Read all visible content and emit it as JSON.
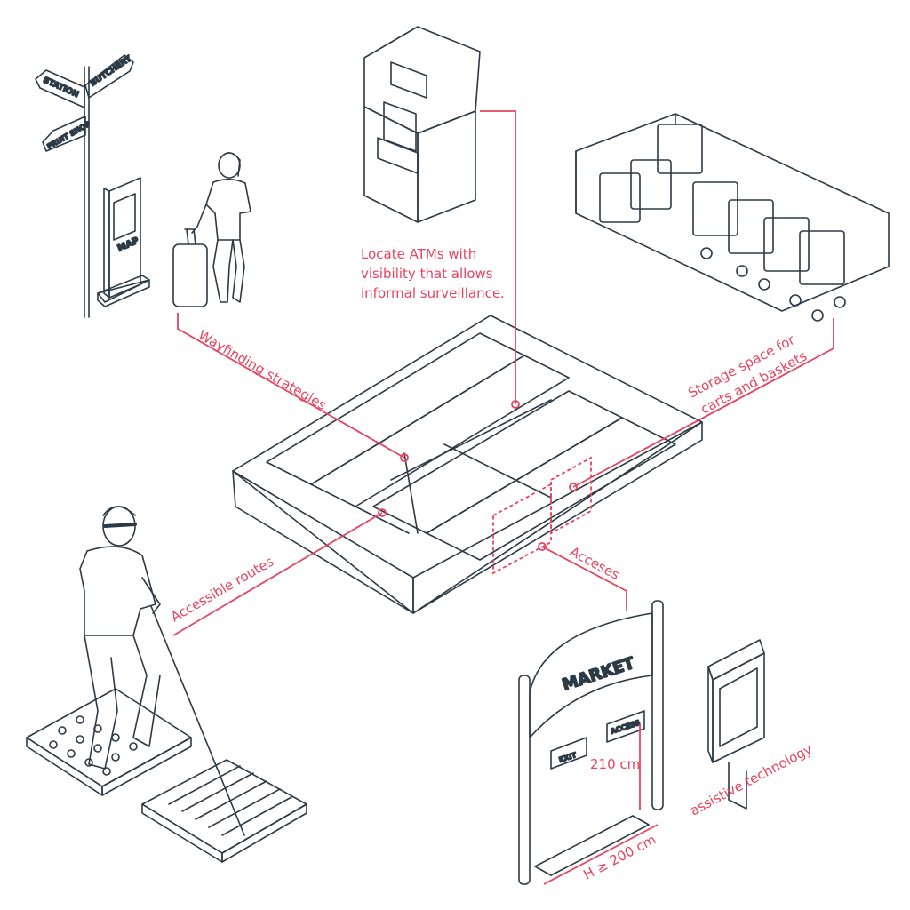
{
  "colors": {
    "ink": "#2b3a46",
    "accent": "#e8435f",
    "background": "#ffffff"
  },
  "signpost": {
    "station": "STATION",
    "butchery": "BUTCHERY",
    "fruit_shop": "FRUIT SHOP"
  },
  "map_kiosk": {
    "label": "MAP"
  },
  "gate": {
    "title": "MARKET",
    "exit": "EXIT",
    "access": "ACCESS"
  },
  "labels": {
    "atm": [
      "Locate ATMs  with",
      "visibility that allows",
      "informal surveillance."
    ],
    "wayfinding": "Wayfinding strategies",
    "storage": [
      "Storage space for",
      "carts and baskets"
    ],
    "accessible_routes": "Accessible routes",
    "acceses": "Acceses",
    "height": "210 cm",
    "width": "H ≥ 200 cm",
    "assistive": "assistive technology"
  },
  "icons": [
    "signpost-icon",
    "map-kiosk-icon",
    "traveler-icon",
    "atm-icon",
    "cart-storage-icon",
    "market-plan-icon",
    "blind-person-icon",
    "tactile-paving-icon",
    "market-gate-icon",
    "kiosk-icon"
  ]
}
